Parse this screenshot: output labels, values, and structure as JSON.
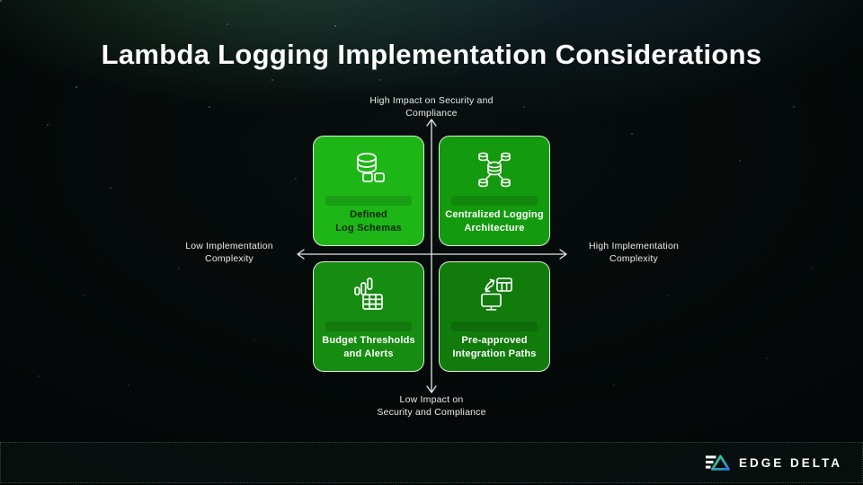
{
  "slide": {
    "title": "Lambda Logging Implementation Considerations"
  },
  "matrix": {
    "axes": {
      "top": "High Impact on Security and\nCompliance",
      "bottom": "Low Impact on\nSecurity and Compliance",
      "left": "Low Implementation\nComplexity",
      "right": "High Implementation\nComplexity"
    },
    "quadrants": [
      {
        "label": "Defined\nLog Schemas",
        "icon": "database-icon",
        "bg_color": "#1eb617",
        "text_color": "#0a2405"
      },
      {
        "label": "Centralized Logging\nArchitecture",
        "icon": "distributed-database-icon",
        "bg_color": "#149a0e",
        "text_color": "#ffffff"
      },
      {
        "label": "Budget Thresholds\nand Alerts",
        "icon": "bar-chart-table-icon",
        "bg_color": "#168c10",
        "text_color": "#ffffff"
      },
      {
        "label": "Pre-approved\nIntegration Paths",
        "icon": "monitor-sync-icon",
        "bg_color": "#117c0c",
        "text_color": "#ffffff"
      }
    ]
  },
  "footer": {
    "brand": "EDGE DELTA"
  },
  "colors": {
    "axis_line": "#e6e6e6",
    "title_text": "#ffffff",
    "logo_green": "#38d97b",
    "logo_blue": "#2f7bdb"
  }
}
